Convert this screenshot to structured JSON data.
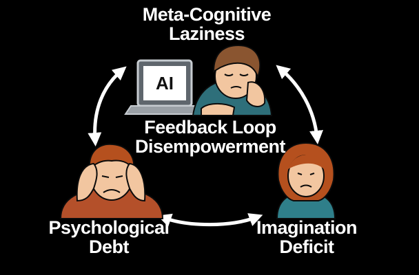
{
  "nodes": {
    "top": {
      "line1": "Meta-Cognitive",
      "line2": "Laziness",
      "screen_text": "AI"
    },
    "center": {
      "line1": "Feedback Loop",
      "line2": "Disempowerment"
    },
    "left": {
      "line1": "Psychological",
      "line2": "Debt"
    },
    "right": {
      "line1": "Imagination",
      "line2": "Deficit"
    }
  },
  "colors": {
    "background": "#000000",
    "text": "#ffffff",
    "arrow": "#ffffff",
    "skin": "#f2c6a0",
    "hair_brown": "#8a5530",
    "hair_red": "#b5501e",
    "shirt_teal": "#2e6f7a",
    "shirt_rust": "#b4502a",
    "shirt_teal_right": "#2f7f8a",
    "laptop": "#9aa0a6"
  },
  "icons": [
    "laptop-ai-icon",
    "tired-person-icon",
    "stressed-person-icon",
    "sad-girl-icon",
    "cycle-arrow-icon"
  ]
}
